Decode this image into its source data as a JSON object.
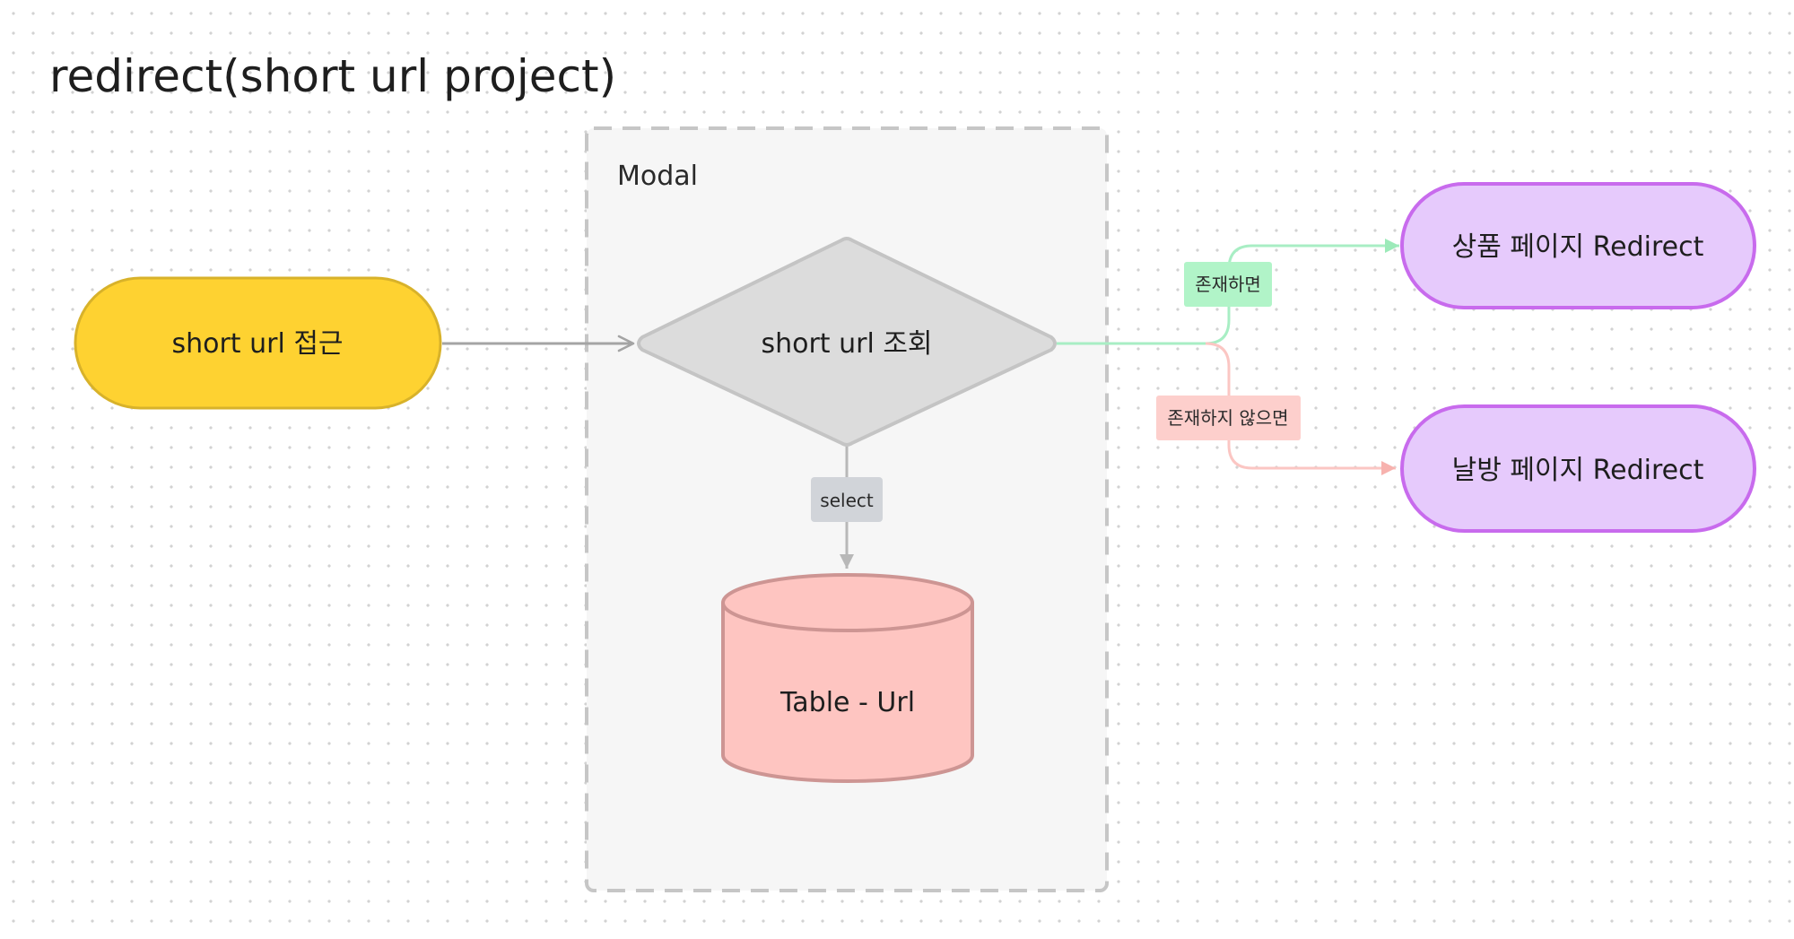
{
  "diagram": {
    "title": "redirect(short url project)",
    "group": {
      "label": "Modal"
    },
    "nodes": {
      "start": {
        "label": "short url 접근",
        "shape": "terminal",
        "fill": "#fed231",
        "stroke": "#d8b22a"
      },
      "decision": {
        "label": "short url 조회",
        "shape": "diamond",
        "fill": "#dcdcdc",
        "stroke": "#c4c4c4"
      },
      "table": {
        "label": "Table - Url",
        "shape": "cylinder",
        "fill": "#fec5c1",
        "stroke": "#cd9593"
      },
      "product": {
        "label": "상품 페이지 Redirect",
        "shape": "terminal",
        "fill": "#e6cafc",
        "stroke": "#c86bed"
      },
      "fallback": {
        "label": "날방 페이지 Redirect",
        "shape": "terminal",
        "fill": "#e6cafc",
        "stroke": "#c86bed"
      }
    },
    "edges": {
      "select": {
        "label": "select",
        "color": "#b8b8b8",
        "label_bg": "#d1d4d9"
      },
      "exists": {
        "label": "존재하면",
        "color": "#a8eec4",
        "label_bg": "#b1f4c8"
      },
      "not_exists": {
        "label": "존재하지 않으면",
        "color": "#fbc6c3",
        "label_bg": "#fdcfcc"
      }
    },
    "colors": {
      "group_fill": "#f6f6f6",
      "group_stroke": "#c6c6c6",
      "plain_arrow": "#a4a4a4"
    }
  }
}
